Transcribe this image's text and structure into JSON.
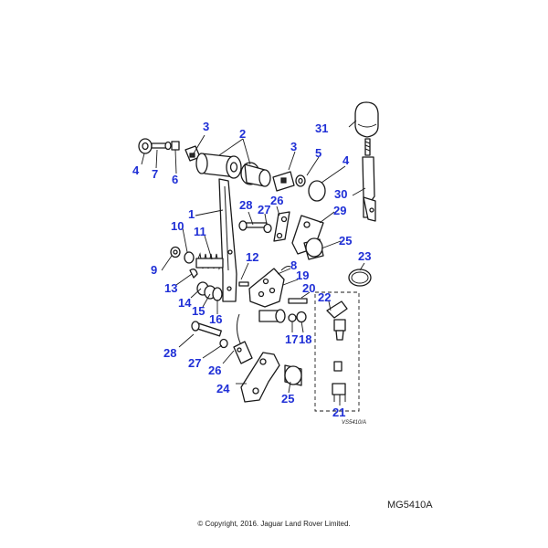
{
  "diagram": {
    "callouts": {
      "c1": "1",
      "c2": "2",
      "c3a": "3",
      "c3b": "3",
      "c4a": "4",
      "c4b": "4",
      "c5": "5",
      "c6": "6",
      "c7": "7",
      "c8": "8",
      "c9": "9",
      "c10": "10",
      "c11": "11",
      "c12": "12",
      "c13": "13",
      "c14": "14",
      "c15": "15",
      "c16": "16",
      "c17": "17",
      "c18": "18",
      "c19": "19",
      "c20": "20",
      "c21": "21",
      "c22": "22",
      "c23": "23",
      "c24": "24",
      "c25a": "25",
      "c25b": "25",
      "c26a": "26",
      "c26b": "26",
      "c27a": "27",
      "c27b": "27",
      "c28a": "28",
      "c28b": "28",
      "c29": "29",
      "c30": "30",
      "c31": "31"
    },
    "sub_reference": "VS5410/A",
    "callout_color": "#1f2fd6"
  },
  "footer": {
    "ref_code": "MG5410A",
    "copyright": "© Copyright, 2016. Jaguar Land Rover Limited."
  }
}
